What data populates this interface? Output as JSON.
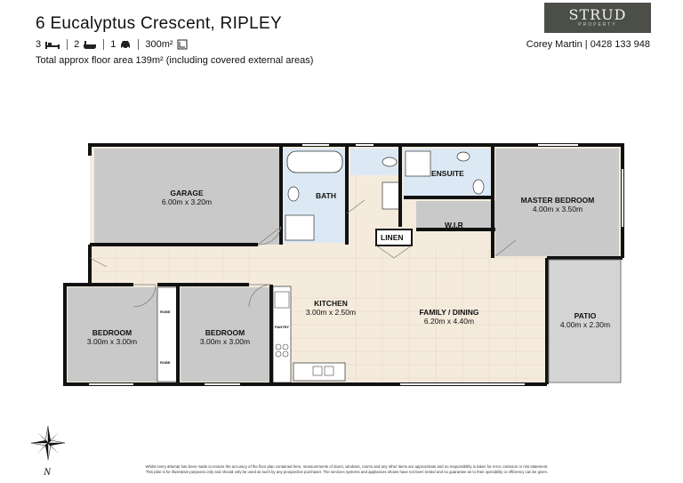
{
  "header": {
    "address": "6 Eucalyptus Crescent, RIPLEY",
    "beds": "3",
    "baths": "2",
    "cars": "1",
    "land": "300m²",
    "floor_area_note": "Total approx floor area 139m² (including covered external areas)",
    "agent": "Corey Martin | 0428 133 948"
  },
  "logo": {
    "name": "STRUD",
    "tagline": "PROPERTY"
  },
  "rooms": {
    "garage": {
      "name": "GARAGE",
      "dims": "6.00m  x 3.20m"
    },
    "bath": {
      "name": "BATH"
    },
    "ensuite": {
      "name": "ENSUITE"
    },
    "master": {
      "name": "MASTER BEDROOM",
      "dims": "4.00m  x 3.50m"
    },
    "wir": {
      "name": "W.I.R"
    },
    "linen": {
      "name": "LINEN"
    },
    "kitchen": {
      "name": "KITCHEN",
      "dims": "3.00m  x 2.50m"
    },
    "family": {
      "name": "FAMILY / DINING",
      "dims": "6.20m  x 4.40m"
    },
    "patio": {
      "name": "PATIO",
      "dims": "4.00m  x 2.30m"
    },
    "bed1": {
      "name": "BEDROOM",
      "dims": "3.00m  x 3.00m"
    },
    "bed2": {
      "name": "BEDROOM",
      "dims": "3.00m  x 3.00m"
    },
    "robe1": "ROBE",
    "robe2": "ROBE",
    "pantry": "PANTRY"
  },
  "compass_letter": "N",
  "disclaimer": [
    "Whilst every attempt has been made to ensure the accuracy of the floor plan contained here, measurements of doors, windows, rooms and any other items are approximate and no responsibility is taken for error, omission or mis-statement.",
    "This plan is for illustrative purposes only and should only be used as such by any prospective purchaser. The services systems and appliances shown have not been tested and no guarantee as to their operability or efficiency can be given."
  ],
  "colors": {
    "floor": "#f5ebdd",
    "room": "#c9c9c9",
    "wall": "#111111",
    "logo_bg": "#4b4f48"
  }
}
